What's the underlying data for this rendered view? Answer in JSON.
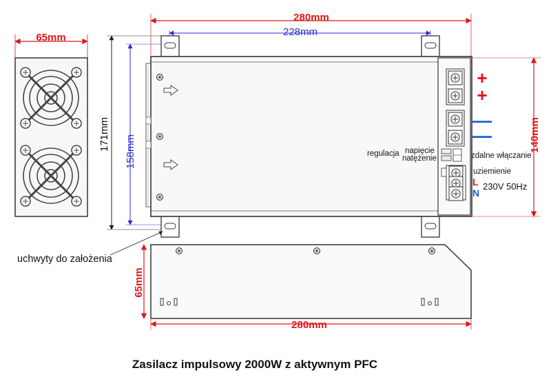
{
  "dimensions": {
    "side_width": "65mm",
    "top_length": "280mm",
    "mount_spacing": "228mm",
    "total_height": "171mm",
    "mount_height": "158mm",
    "body_height": "140mm",
    "bottom_height": "65mm",
    "bottom_length": "280mm"
  },
  "terminals": {
    "plus_1": "+",
    "plus_2": "+",
    "minus_1": "—",
    "minus_2": "—",
    "line": "L",
    "neutral": "N"
  },
  "labels": {
    "regulation": "regulacja",
    "voltage": "napięcie",
    "current": "natężenie",
    "remote_on": "zdalne włączanie",
    "ground": "uziemienie",
    "mains": "230V 50Hz",
    "mounting_brackets": "uchwyty do założenia"
  },
  "title": "Zasilacz impulsowy 2000W z aktywnym PFC",
  "colors": {
    "red": "#e0161b",
    "blue": "#2a2ad6",
    "outline": "#333333"
  }
}
